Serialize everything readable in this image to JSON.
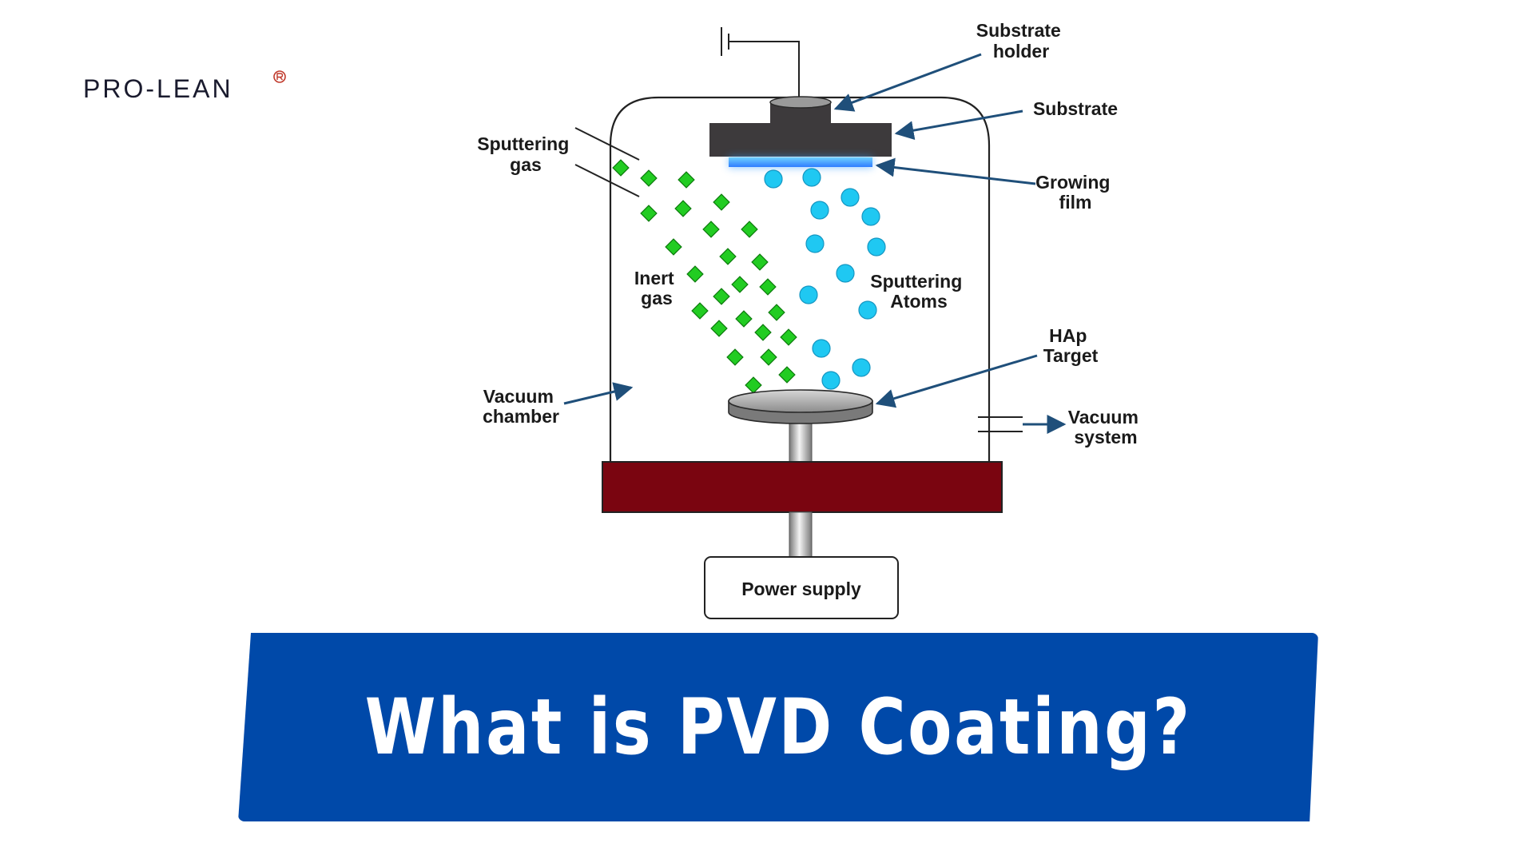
{
  "logo": {
    "text": "PRO-LEAN",
    "mark": "registered-mark"
  },
  "labels": {
    "substrate_holder": [
      "Substrate",
      "holder"
    ],
    "substrate": [
      "Substrate"
    ],
    "sputtering_gas": [
      "Sputtering",
      "gas"
    ],
    "growing_film": [
      "Growing",
      "film"
    ],
    "inert_gas": [
      "Inert",
      "gas"
    ],
    "sputtering_atoms": [
      "Sputtering",
      "Atoms"
    ],
    "hap_target": [
      "HAp",
      "Target"
    ],
    "vacuum_chamber": [
      "Vacuum",
      "chamber"
    ],
    "vacuum_system": [
      "Vacuum",
      "system"
    ],
    "power_supply": "Power supply"
  },
  "banner": {
    "title": "What is PVD Coating?"
  },
  "colors": {
    "banner": "#0049a9",
    "base_plate": "#7a0510",
    "substrate": "#3d3a3c",
    "growing_film": "#2f9bff",
    "inert_gas_particle": "#22cc22",
    "sputtered_atom": "#1fc8f2",
    "arrow": "#1f4f7a"
  },
  "icons": [
    "ground-symbol-icon",
    "registered-mark-icon"
  ]
}
